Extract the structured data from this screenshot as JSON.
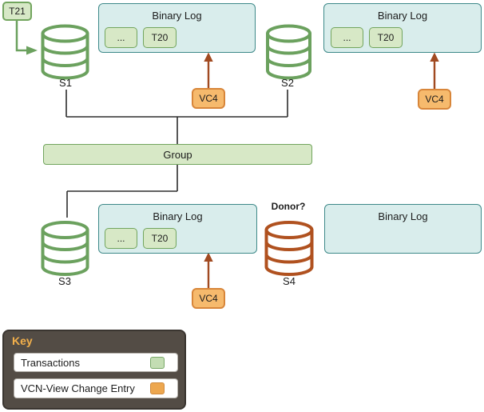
{
  "incoming_transaction": {
    "label": "T21"
  },
  "servers": [
    {
      "label": "S1"
    },
    {
      "label": "S2"
    },
    {
      "label": "S3"
    },
    {
      "label": "S4"
    }
  ],
  "donor_label": "Donor?",
  "group": {
    "label": "Group"
  },
  "binary_logs": [
    {
      "title": "Binary Log",
      "entries": [
        "...",
        "T20"
      ]
    },
    {
      "title": "Binary Log",
      "entries": [
        "...",
        "T20"
      ]
    },
    {
      "title": "Binary Log",
      "entries": [
        "...",
        "T20"
      ]
    },
    {
      "title": "Binary Log",
      "entries": []
    }
  ],
  "view_change_entries": [
    {
      "label": "VC4"
    },
    {
      "label": "VC4"
    },
    {
      "label": "VC4"
    }
  ],
  "key": {
    "title": "Key",
    "items": [
      {
        "label": "Transactions",
        "swatch": "green",
        "swatch_color": "#c3ddb3"
      },
      {
        "label": "VCN-View Change Entry",
        "swatch": "orange",
        "swatch_color": "#eda74f"
      }
    ]
  },
  "colors": {
    "transaction_fill": "#d7e8c6",
    "transaction_border": "#72a55e",
    "binlog_fill": "#d9edec",
    "binlog_border": "#3e8989",
    "view_change_fill": "#f6ba6d",
    "view_change_border": "#d8863a",
    "cylinder_green": "#6ba15e",
    "cylinder_red": "#b0511f",
    "arrow_rust": "#a14a21",
    "connector": "#2e2e2e",
    "key_bg": "#534c45",
    "key_title": "#f3b04b"
  }
}
